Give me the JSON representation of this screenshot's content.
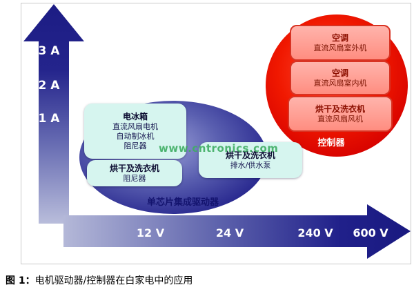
{
  "figure": {
    "caption_prefix": "图 1：",
    "caption_text": "电机驱动器/控制器在白家电中的应用"
  },
  "watermark": "www.cntronics.com",
  "current_axis": {
    "labels": [
      "3 A",
      "2 A",
      "1 A"
    ]
  },
  "voltage_axis": {
    "labels": [
      "12 V",
      "24 V",
      "240 V",
      "600 V"
    ]
  },
  "driver_group": {
    "label": "单芯片集成驱动器",
    "boxes": [
      {
        "title": "电冰箱",
        "lines": [
          "直流风扇电机",
          "自动制冰机",
          "阻尼器"
        ]
      },
      {
        "title": "烘干及洗衣机",
        "lines": [
          "阻尼器"
        ]
      },
      {
        "title": "烘干及洗衣机",
        "lines": [
          "排水/供水泵"
        ]
      }
    ]
  },
  "controller_group": {
    "label": "控制器",
    "boxes": [
      {
        "title": "空调",
        "lines": [
          "直流风扇室外机"
        ]
      },
      {
        "title": "空调",
        "lines": [
          "直流风扇室内机"
        ]
      },
      {
        "title": "烘干及洗衣机",
        "lines": [
          "直流风扇风机"
        ]
      }
    ]
  },
  "colors": {
    "arrow_dark": "#1c1c84",
    "arrow_light": "#b7bbdb",
    "ellipse_dark": "#191977",
    "cyan_box_fill": "#d6f5ef",
    "red_circle": "#e01000",
    "red_box_fill": "#ff9c94",
    "watermark_green": "#3fae63"
  }
}
